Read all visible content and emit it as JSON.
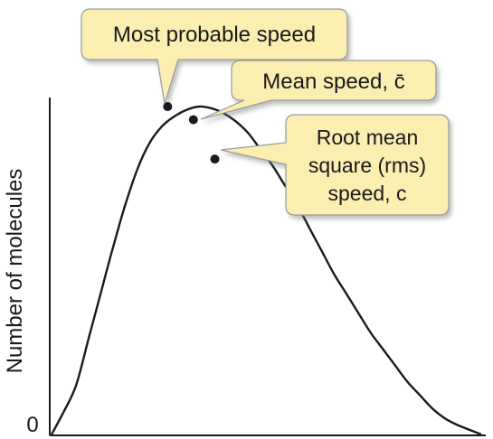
{
  "chart_data": {
    "type": "line",
    "xlabel": "",
    "ylabel": "Number of molecules",
    "origin_label": "0",
    "series": [
      {
        "values": [
          0,
          0.07,
          0.15,
          0.29,
          0.43,
          0.57,
          0.7,
          0.81,
          0.89,
          0.94,
          0.97,
          0.99,
          1.0,
          0.995,
          0.98,
          0.955,
          0.92,
          0.87,
          0.82,
          0.76,
          0.7,
          0.63,
          0.56,
          0.49,
          0.43,
          0.37,
          0.31,
          0.26,
          0.21,
          0.16,
          0.12,
          0.08,
          0.05,
          0.03,
          0.015,
          0.0
        ]
      }
    ],
    "annotations": [
      {
        "label": "Most probable speed",
        "x": 0.27,
        "y": 1.0
      },
      {
        "label": "Mean speed, c̄",
        "x": 0.33,
        "y": 0.96
      },
      {
        "label": "Root mean square (rms) speed, c",
        "x": 0.38,
        "y": 0.84
      }
    ],
    "colors": {
      "curve": "#1a1a1a",
      "callout_fill": "#faeeb1",
      "callout_stroke": "#9a9a9a",
      "callout_shadow": "#b8b8b8"
    }
  },
  "callouts": {
    "most_probable": "Most probable speed",
    "mean_speed": "Mean speed, c̄",
    "rms_line1": "Root mean",
    "rms_line2": "square (rms)",
    "rms_line3": "speed, c"
  }
}
